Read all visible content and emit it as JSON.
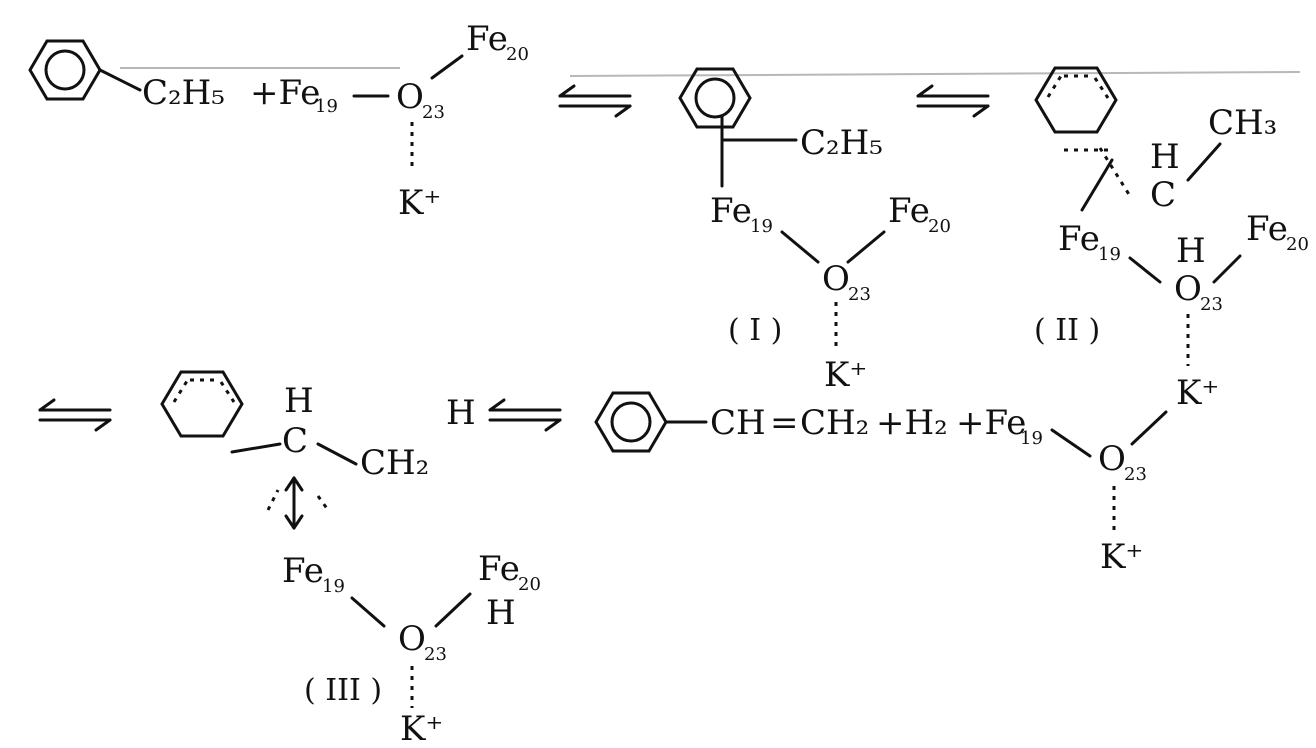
{
  "reaction": {
    "step1": {
      "reactant_ethyl": "C₂H₅",
      "plus_fe": "+Fe",
      "fe_sub": "19",
      "o_sub": "23",
      "fe20": "Fe",
      "fe20_sub": "20",
      "oxygen": "O",
      "k": "K⁺"
    },
    "intermediate_I": {
      "group": "C₂H₅",
      "fe19": "Fe",
      "fe19_sub": "19",
      "fe20": "Fe",
      "fe20_sub": "20",
      "oxygen": "O",
      "o_sub": "23",
      "k": "K⁺",
      "label": "( I )"
    },
    "intermediate_II": {
      "ch3": "CH₃",
      "h": "H",
      "c": "C",
      "fe19": "Fe",
      "fe19_sub": "19",
      "fe20": "Fe",
      "fe20_sub": "20",
      "h_on_o": "H",
      "oxygen": "O",
      "o_sub": "23",
      "k": "K⁺",
      "label": "( II )"
    },
    "intermediate_III": {
      "h_top": "H",
      "c": "C",
      "ch2": "CH₂",
      "h_right": "H",
      "fe19": "Fe",
      "fe19_sub": "19",
      "fe20": "Fe",
      "fe20_sub": "20",
      "h_on_fe20": "H",
      "oxygen": "O",
      "o_sub": "23",
      "k": "K⁺",
      "label": "( III )"
    },
    "product": {
      "ch": "CH",
      "double_bond": "=",
      "ch2": "CH₂",
      "plus_h2": "+H₂",
      "plus_fe": "+Fe",
      "fe_sub": "19",
      "oxygen": "O",
      "o_sub": "23",
      "k": "K⁺"
    },
    "equilibrium_symbol": "⇌"
  }
}
